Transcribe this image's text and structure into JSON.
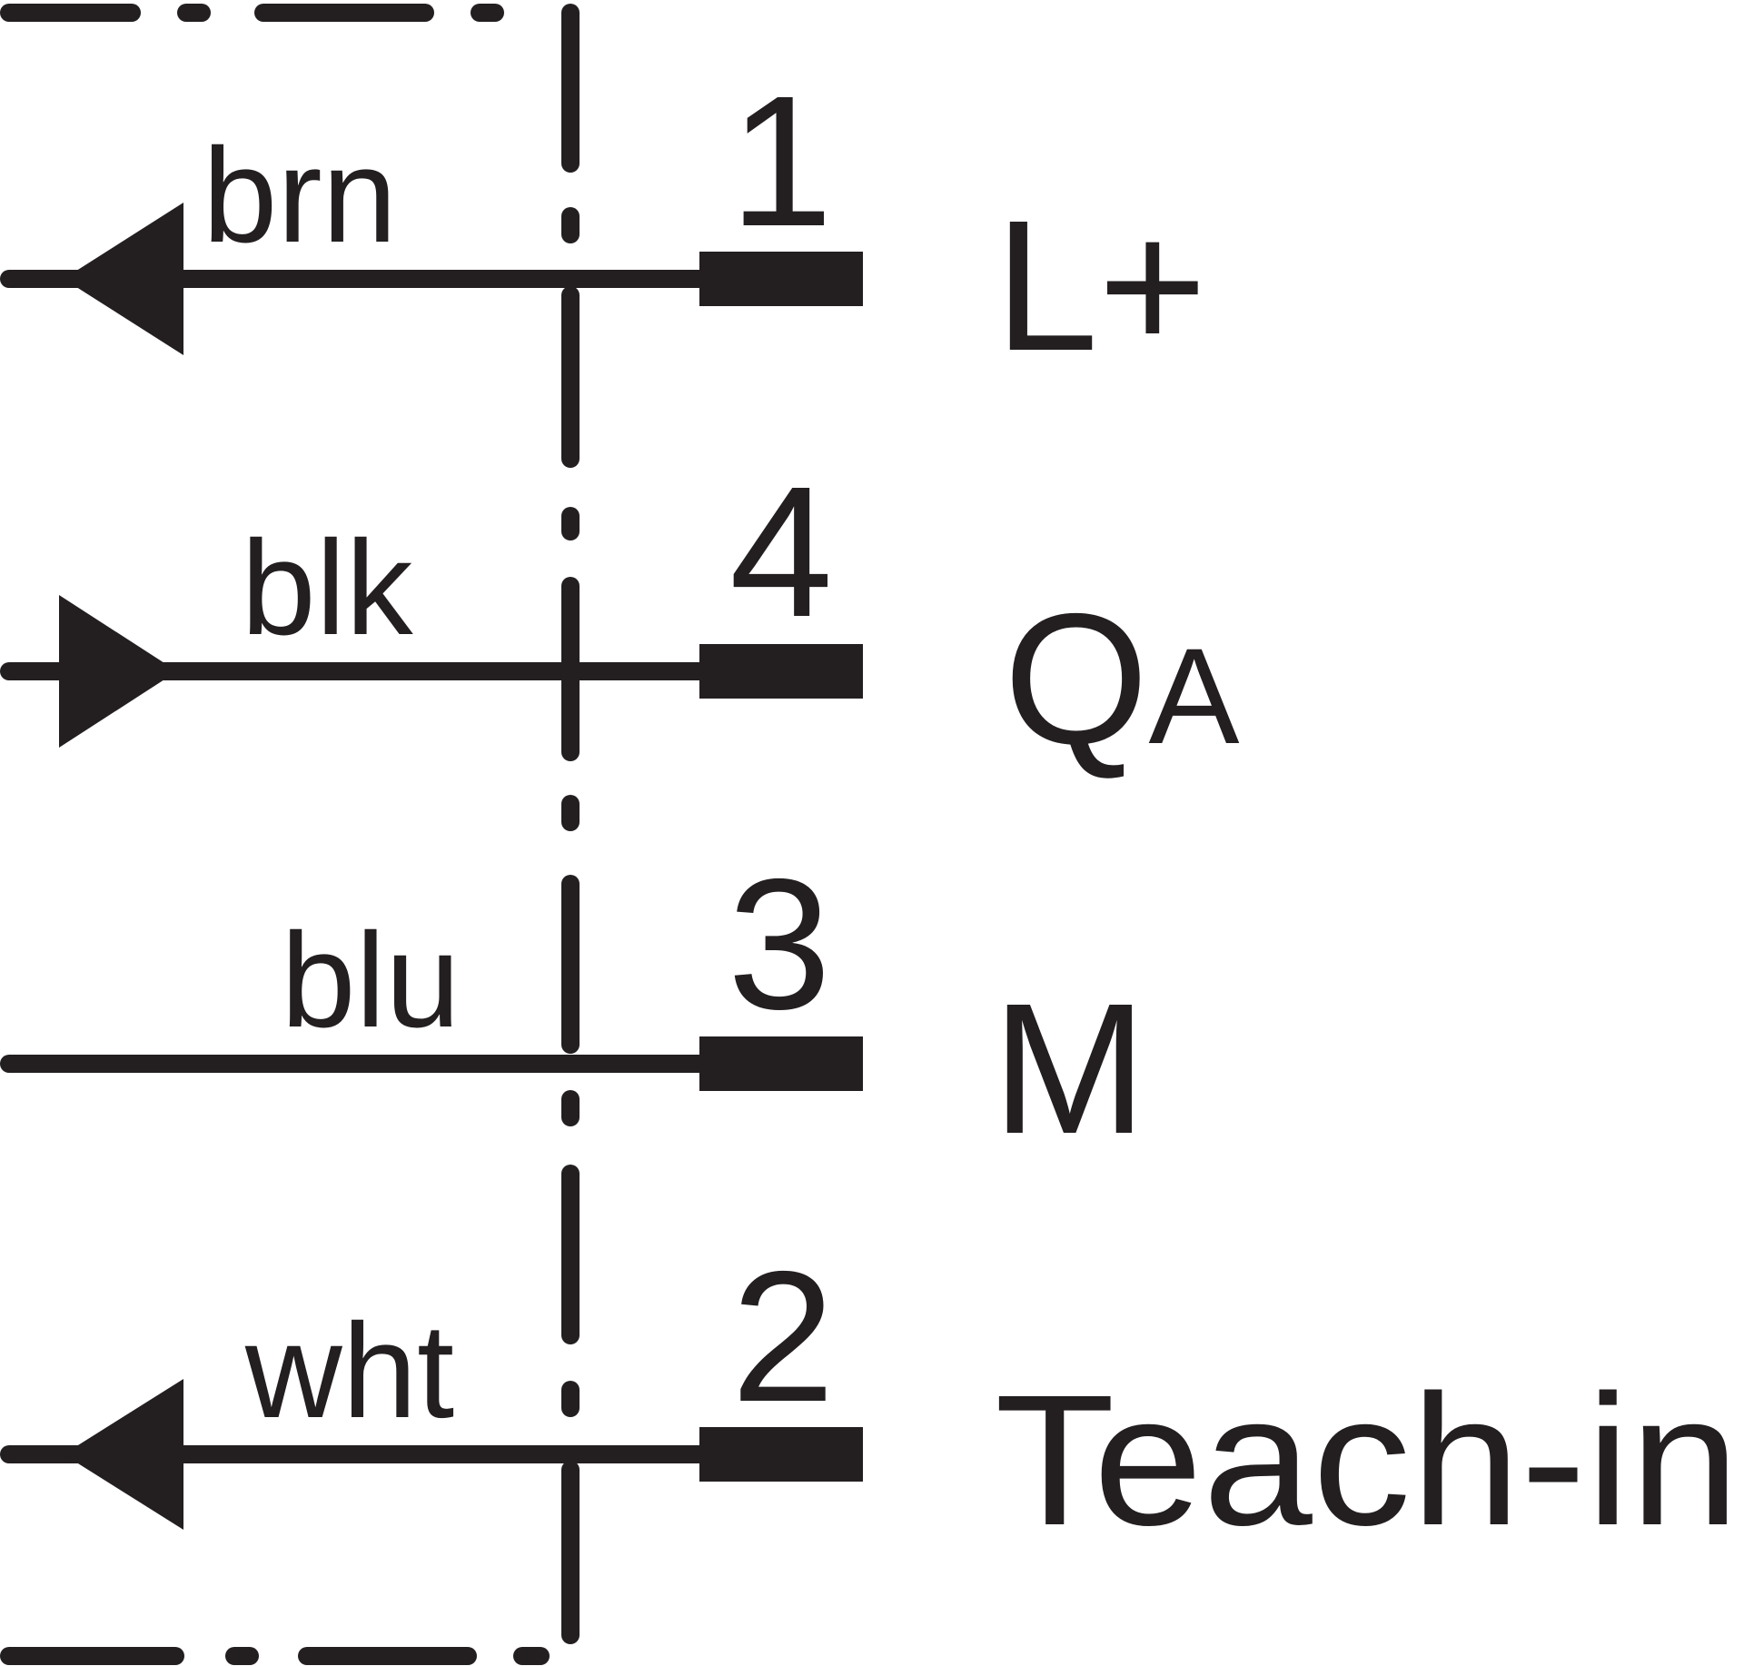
{
  "colors": {
    "ink": "#231f20",
    "background": "#ffffff"
  },
  "wires": [
    {
      "color_code": "brn",
      "pin": "1",
      "signal_main": "L+",
      "signal_sub": "",
      "arrow": "outgoing-left"
    },
    {
      "color_code": "blk",
      "pin": "4",
      "signal_main": "Q",
      "signal_sub": "A",
      "arrow": "incoming-right"
    },
    {
      "color_code": "blu",
      "pin": "3",
      "signal_main": "M",
      "signal_sub": "",
      "arrow": "none"
    },
    {
      "color_code": "wht",
      "pin": "2",
      "signal_main": "Teach-in",
      "signal_sub": "",
      "arrow": "outgoing-left"
    }
  ]
}
